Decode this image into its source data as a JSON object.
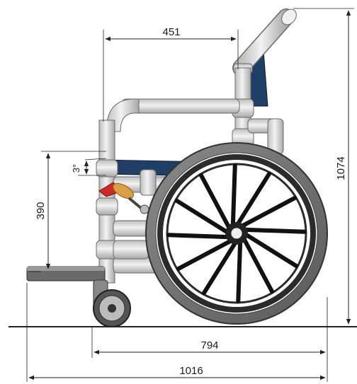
{
  "dimensions": {
    "top_depth": "451",
    "seat_angle": "3°",
    "seat_height": "390",
    "overall_height": "1074",
    "wheelbase": "794",
    "overall_length": "1016"
  },
  "colors": {
    "frame": "#e2e2e2",
    "frame_stroke": "#6a6a6a",
    "seat": "#1f3f66",
    "tire": "#6d6d6d",
    "rim": "#2b2b2b",
    "spoke": "#111111",
    "brake_handle": "#d9a043",
    "brake_red": "#cc2a2a",
    "dim_line": "#222222"
  }
}
